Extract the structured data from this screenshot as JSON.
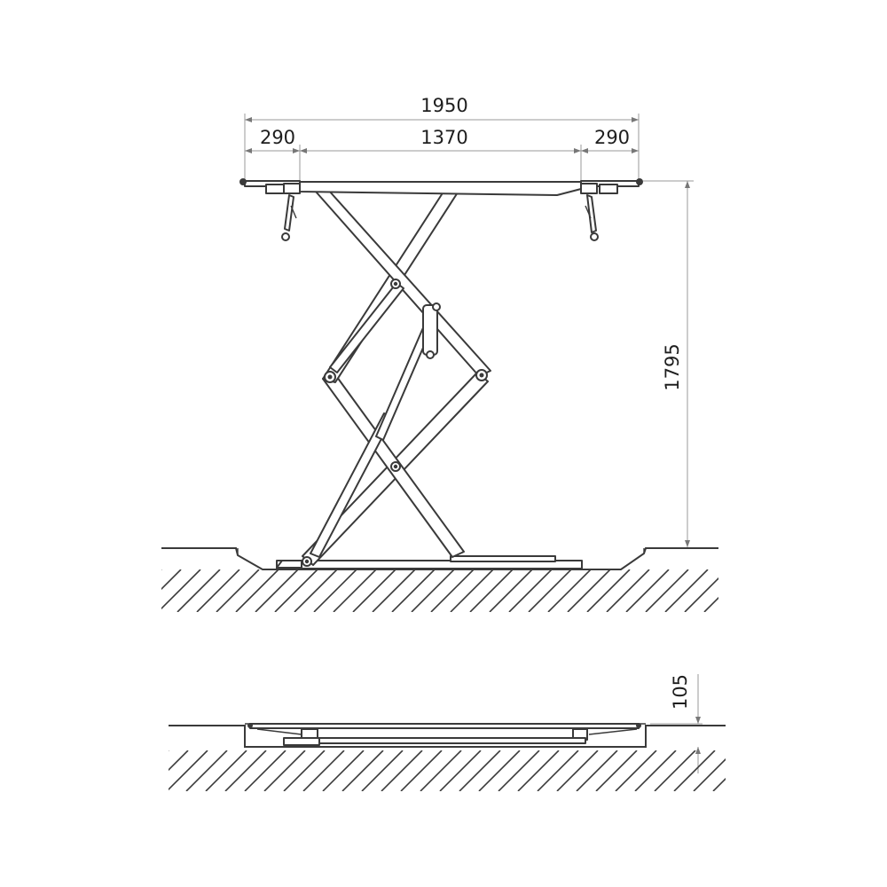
{
  "dimensions": {
    "overall_width": "1950",
    "left_extension": "290",
    "platform_width": "1370",
    "right_extension": "290",
    "raised_height": "1795",
    "lowered_height": "105"
  },
  "colors": {
    "line": "#3a3a3a",
    "dimension_line": "#9a9a9a",
    "text": "#1e1e1e",
    "background": "#ffffff"
  }
}
